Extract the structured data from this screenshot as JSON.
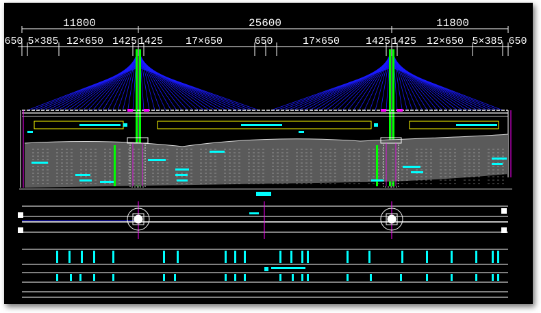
{
  "drawing": {
    "colors": {
      "background": "#000000",
      "cable": "#1a1aff",
      "deck": "#ffffff",
      "pylon": "#00ff00",
      "annotation": "#00ffff",
      "accent": "#ff00ff",
      "girder_box": "#ffff00",
      "ground": "#bfbfbf"
    },
    "span_dims": [
      {
        "id": "left",
        "label": "11800"
      },
      {
        "id": "mid",
        "label": "25600"
      },
      {
        "id": "right",
        "label": "11800"
      }
    ],
    "segment_dims": [
      {
        "id": "s1",
        "label": "650"
      },
      {
        "id": "s2",
        "label": "5×385"
      },
      {
        "id": "s3",
        "label": "12×650"
      },
      {
        "id": "s4",
        "label": "1425"
      },
      {
        "id": "s5",
        "label": "1425"
      },
      {
        "id": "s6",
        "label": "17×650"
      },
      {
        "id": "s7",
        "label": "650"
      },
      {
        "id": "s8",
        "label": "17×650"
      },
      {
        "id": "s9",
        "label": "1425"
      },
      {
        "id": "s10",
        "label": "1425"
      },
      {
        "id": "s11",
        "label": "12×650"
      },
      {
        "id": "s12",
        "label": "5×385"
      },
      {
        "id": "s13",
        "label": "650"
      }
    ]
  }
}
